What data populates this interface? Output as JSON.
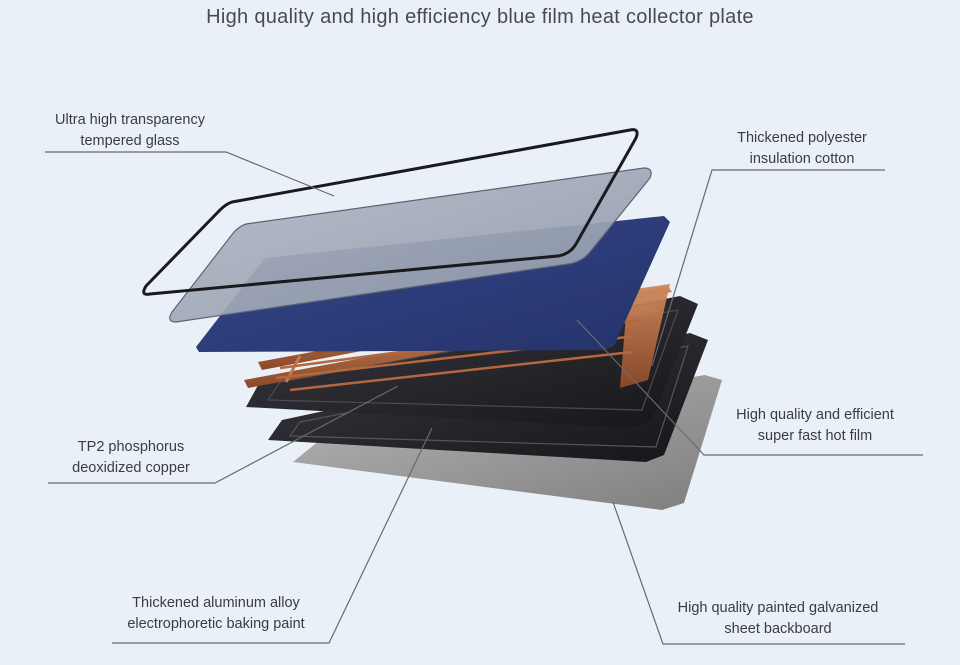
{
  "title": "High quality and high efficiency blue film heat collector plate",
  "callouts": {
    "glass": {
      "line1": "Ultra high transparency",
      "line2": "tempered glass"
    },
    "insulation": {
      "line1": "Thickened polyester",
      "line2": "insulation cotton"
    },
    "film": {
      "line1": "High quality and efficient",
      "line2": "super fast hot film"
    },
    "copper": {
      "line1": "TP2 phosphorus",
      "line2": "deoxidized copper"
    },
    "aluminum": {
      "line1": "Thickened aluminum alloy",
      "line2": "electrophoretic baking paint"
    },
    "backboard": {
      "line1": "High quality painted galvanized",
      "line2": "sheet backboard"
    }
  },
  "colors": {
    "background": "#eaf0f8",
    "blue_film": "#2e3f7c",
    "copper": "#b8683f",
    "frame": "#2b2b2f",
    "backboard": "#9a9a9a",
    "glass": "#a9b0be",
    "leader_line": "#6a6a6a"
  }
}
